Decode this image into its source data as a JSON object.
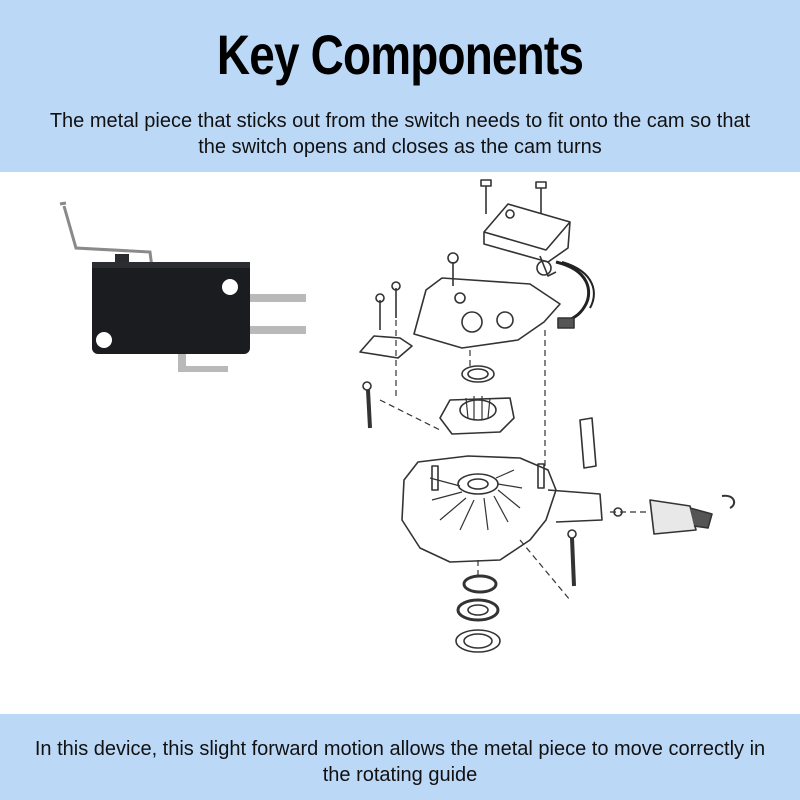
{
  "header": {
    "title": "Key Components",
    "subtitle": "The metal piece that sticks out from the switch needs to fit onto the cam so that the switch opens and closes as the cam turns"
  },
  "illustrations": {
    "left": "micro-switch-photo",
    "right": "exploded-motor-assembly-diagram"
  },
  "footer": {
    "caption": "In this device, this slight forward motion allows the metal piece to move correctly in the rotating guide"
  },
  "colors": {
    "banner": "#bcd8f7",
    "switch_body": "#1b1c20",
    "line_art": "#333333"
  }
}
